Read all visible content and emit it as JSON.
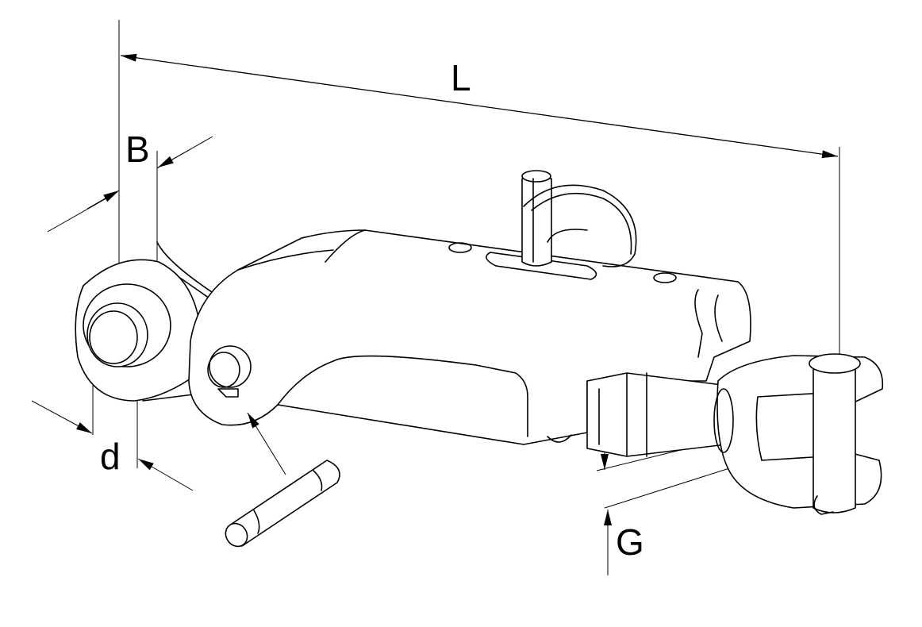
{
  "drawing": {
    "dimension_labels": {
      "length": "L",
      "width": "B",
      "bore_diameter": "d",
      "thread": "G"
    },
    "colors": {
      "line": "#000000",
      "background": "#ffffff"
    }
  }
}
